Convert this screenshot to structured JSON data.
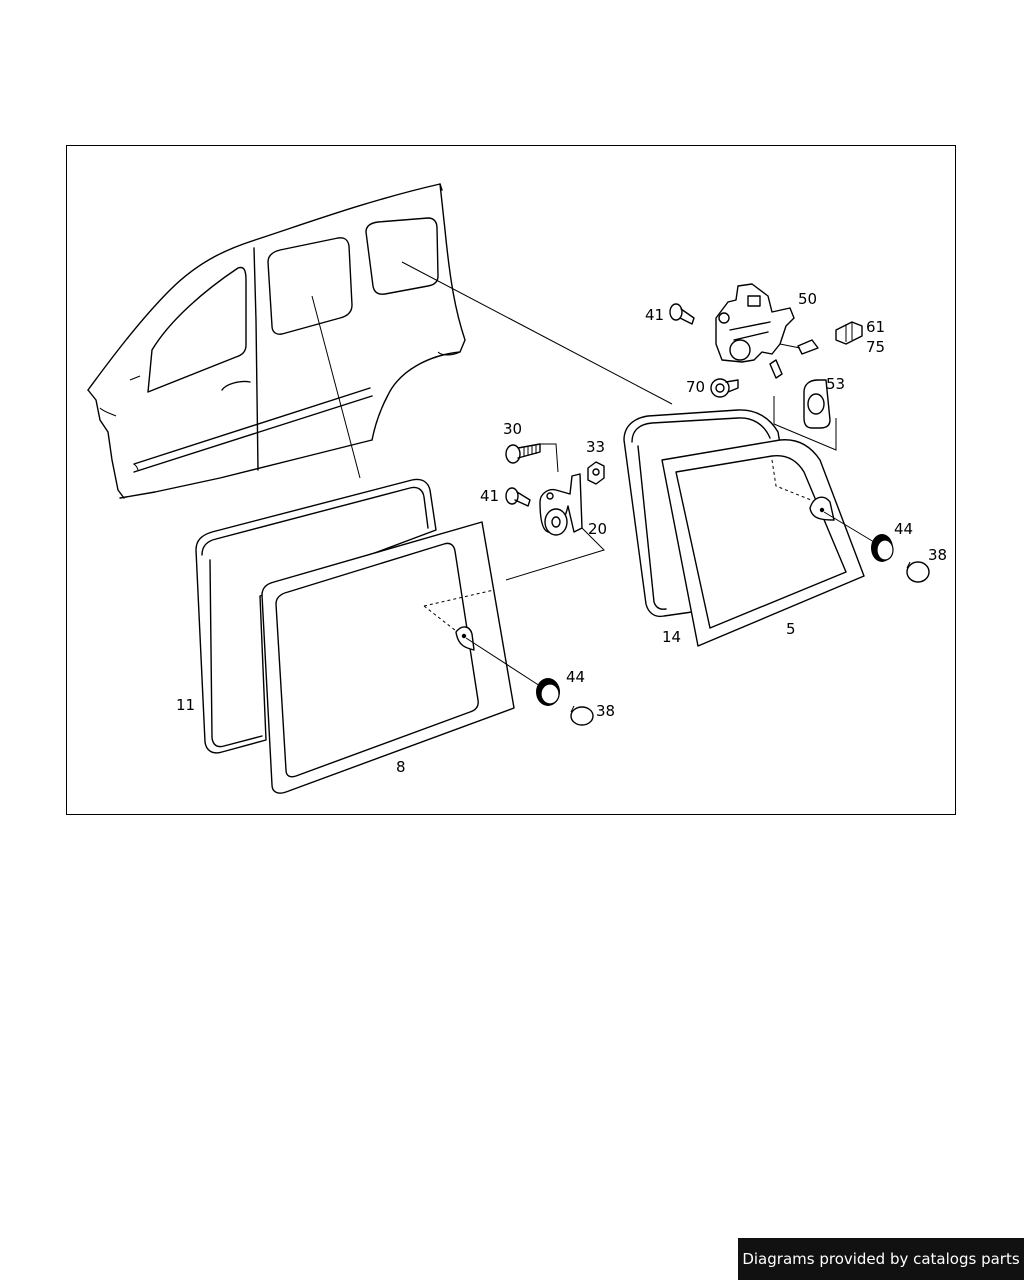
{
  "colors": {
    "line": "#000000",
    "background": "#ffffff",
    "footer_bg": "#111111",
    "footer_text": "#ffffff"
  },
  "labels": {
    "p11": "11",
    "p8": "8",
    "p44a": "44",
    "p38a": "38",
    "p30": "30",
    "p33": "33",
    "p41a": "41",
    "p20": "20",
    "p41b": "41",
    "p50": "50",
    "p61": "61",
    "p75": "75",
    "p70": "70",
    "p53": "53",
    "p14": "14",
    "p5": "5",
    "p44b": "44",
    "p38b": "38"
  },
  "footer": {
    "text": "Diagrams provided by catalogs parts"
  }
}
